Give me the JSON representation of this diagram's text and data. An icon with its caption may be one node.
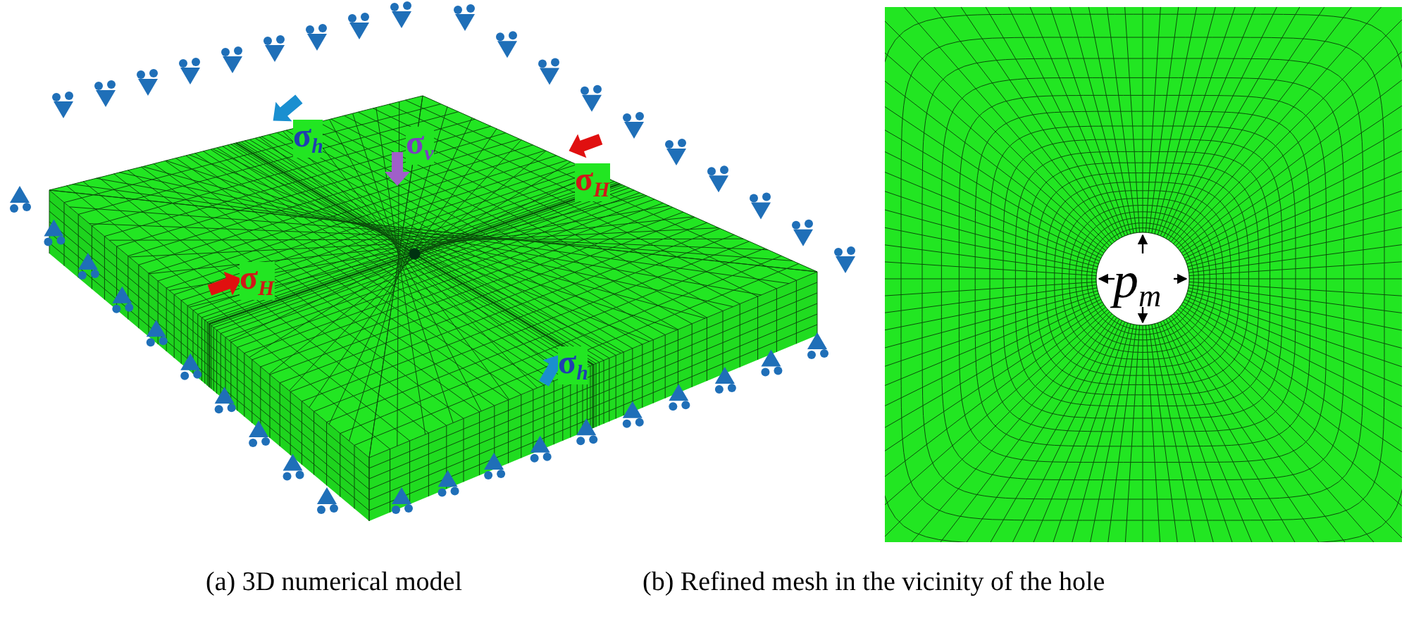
{
  "diagram": {
    "labels": [
      "σ$_{h}$",
      "σ$_{v}$",
      "σ$_{H}$",
      "σ$_{H}$",
      "σ$_{h}$",
      "p$_{m}$",
      "(a) 3D numerical model",
      "(b) Refined mesh in the vicinity of the hole"
    ]
  }
}
